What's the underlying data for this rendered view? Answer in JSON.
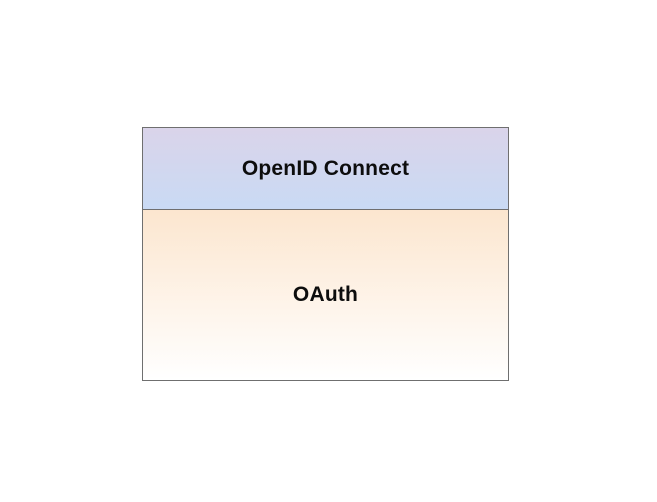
{
  "diagram": {
    "type": "layered-stack",
    "background_color": "#ffffff",
    "border_color": "#6f6f6f",
    "text_color": "#0d0d0d",
    "layers": [
      {
        "id": "openid-connect",
        "label": "OpenID Connect",
        "gradient_top": "#dad4ea",
        "gradient_bottom": "#c9daf4"
      },
      {
        "id": "oauth",
        "label": "OAuth",
        "gradient_top": "#fce6cf",
        "gradient_bottom": "#ffffff"
      }
    ]
  }
}
